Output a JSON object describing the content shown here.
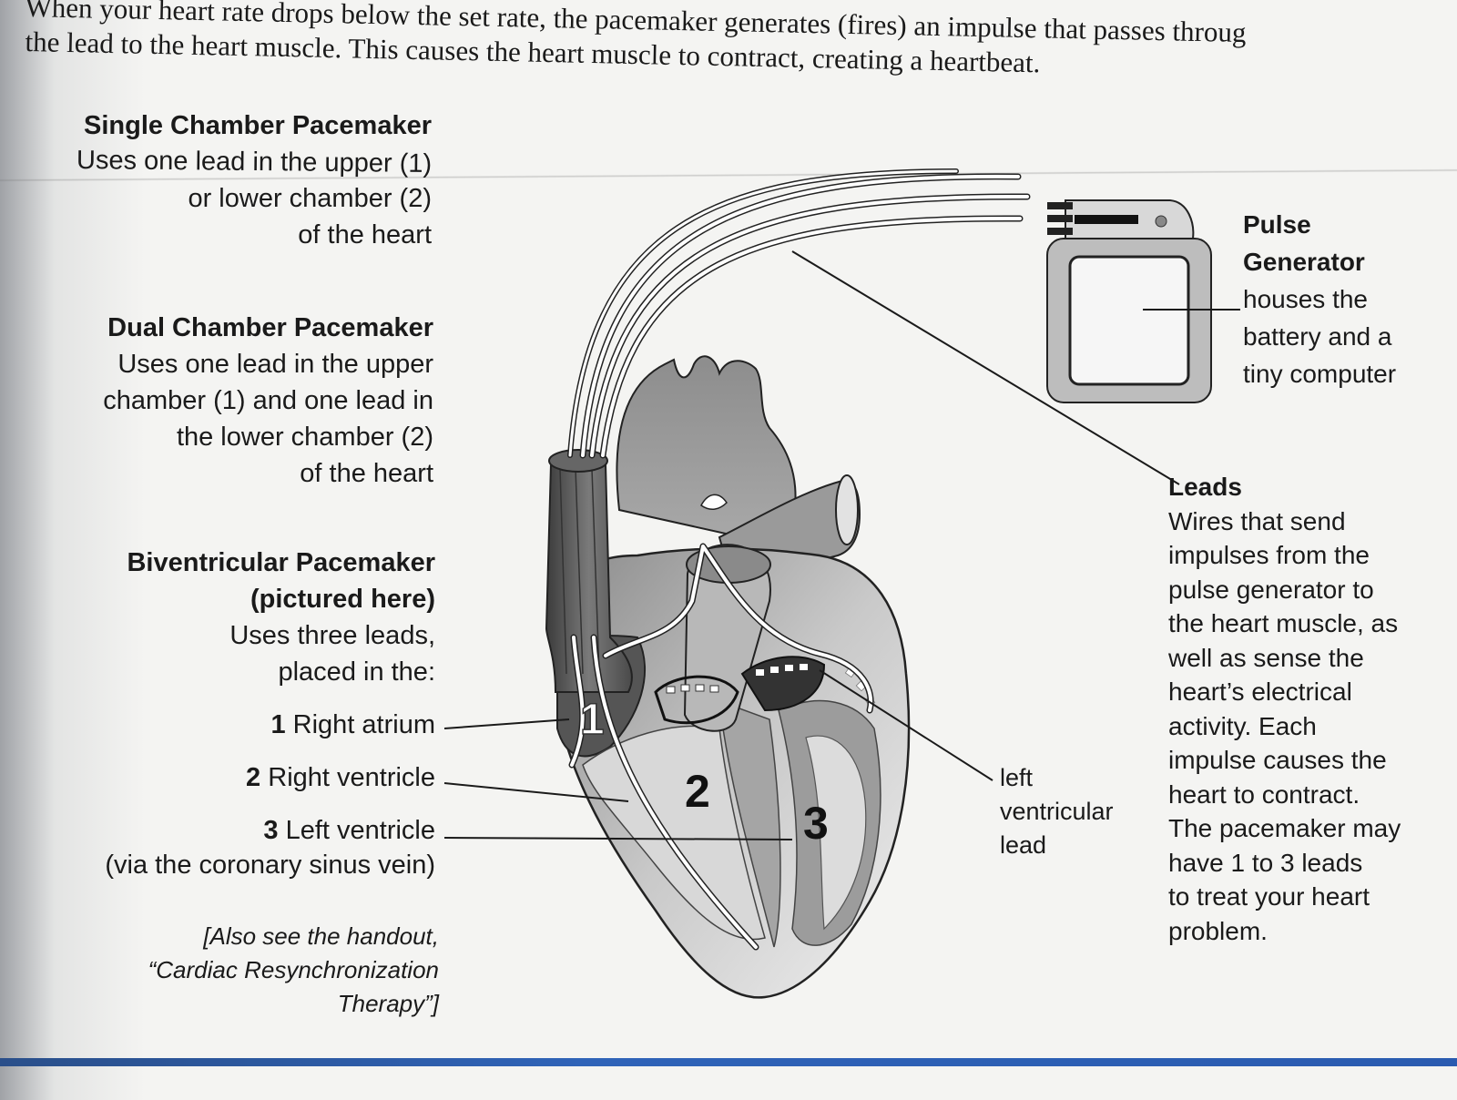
{
  "intro": {
    "line1": "When your heart rate drops below the set rate, the pacemaker generates (fires) an impulse that passes throug",
    "line2": "the lead to the heart muscle. This causes the heart muscle to contract, creating a heartbeat."
  },
  "single": {
    "title": "Single Chamber Pacemaker",
    "lines": [
      "Uses one lead in the upper (1)",
      "or lower chamber (2)",
      "of the heart"
    ]
  },
  "dual": {
    "title": "Dual Chamber Pacemaker",
    "lines": [
      "Uses one lead in the upper",
      "chamber (1) and one lead in",
      "the lower chamber (2)",
      "of the heart"
    ]
  },
  "biv": {
    "title1": "Biventricular Pacemaker",
    "title2": "(pictured here)",
    "lines": [
      "Uses three leads,",
      "placed in the:"
    ]
  },
  "placements": [
    {
      "num": "1",
      "label": "Right atrium"
    },
    {
      "num": "2",
      "label": "Right ventricle"
    },
    {
      "num": "3",
      "label": "Left ventricle"
    }
  ],
  "placement_note": "(via the coronary sinus vein)",
  "handout": [
    "[Also see the handout,",
    "“Cardiac Resynchronization",
    "Therapy”]"
  ],
  "pulse": {
    "title": [
      "Pulse",
      "Generator"
    ],
    "lines": [
      "houses the",
      "battery and a",
      "tiny computer"
    ]
  },
  "leads": {
    "title": "Leads",
    "lines": [
      "Wires that send",
      "impulses from the",
      "pulse generator to",
      "the heart muscle, as",
      "well as sense the",
      "heart’s electrical",
      "activity. Each",
      "impulse causes the",
      "heart to contract.",
      "The pacemaker may",
      "have 1 to 3 leads",
      "to treat your heart",
      "problem."
    ]
  },
  "lv_lead": [
    "left",
    "ventricular",
    "lead"
  ],
  "heart_numbers": [
    "1",
    "2",
    "3"
  ],
  "colors": {
    "rule": "#2f63b8",
    "heart_dark": "#5a5a5a",
    "heart_light": "#d9d9d9"
  }
}
